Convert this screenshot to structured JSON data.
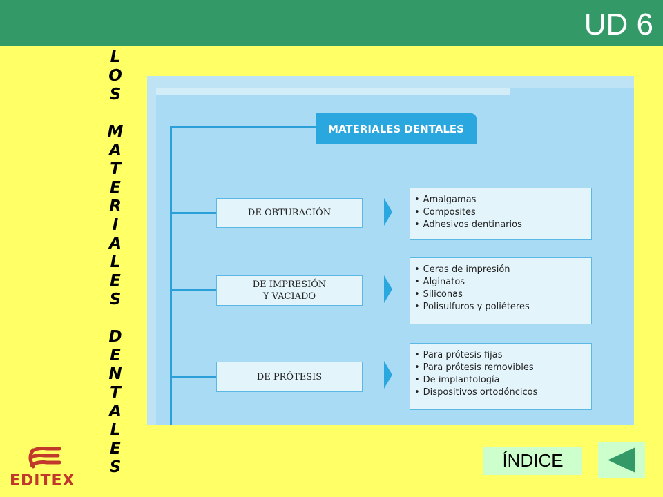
{
  "header": {
    "unit": "UD 6"
  },
  "vertical_title": [
    "L",
    "O",
    "S",
    "",
    "M",
    "A",
    "T",
    "E",
    "R",
    "I",
    "A",
    "L",
    "E",
    "S",
    "",
    "D",
    "E",
    "N",
    "T",
    "A",
    "L",
    "E",
    "S"
  ],
  "diagram": {
    "title": "MATERIALES DENTALES",
    "categories": [
      {
        "label_lines": [
          "DE OBTURACIÓN"
        ],
        "items": [
          "Amalgamas",
          "Composites",
          "Adhesivos dentinarios"
        ]
      },
      {
        "label_lines": [
          "DE IMPRESIÓN",
          "Y VACIADO"
        ],
        "items": [
          "Ceras de impresión",
          "Alginatos",
          "Siliconas",
          "Polisulfuros y poliéteres"
        ]
      },
      {
        "label_lines": [
          "DE PRÓTESIS"
        ],
        "items": [
          "Para prótesis fijas",
          "Para prótesis removibles",
          "De implantología",
          "Dispositivos ortodóncicos"
        ]
      }
    ]
  },
  "footer": {
    "logo_text": "EDITEX",
    "indice_label": "ÍNDICE"
  },
  "colors": {
    "top_bar": "#339966",
    "background": "#ffff66",
    "accent_blue": "#2aa7df",
    "button": "#ccffcc",
    "back_arrow": "#339966"
  }
}
